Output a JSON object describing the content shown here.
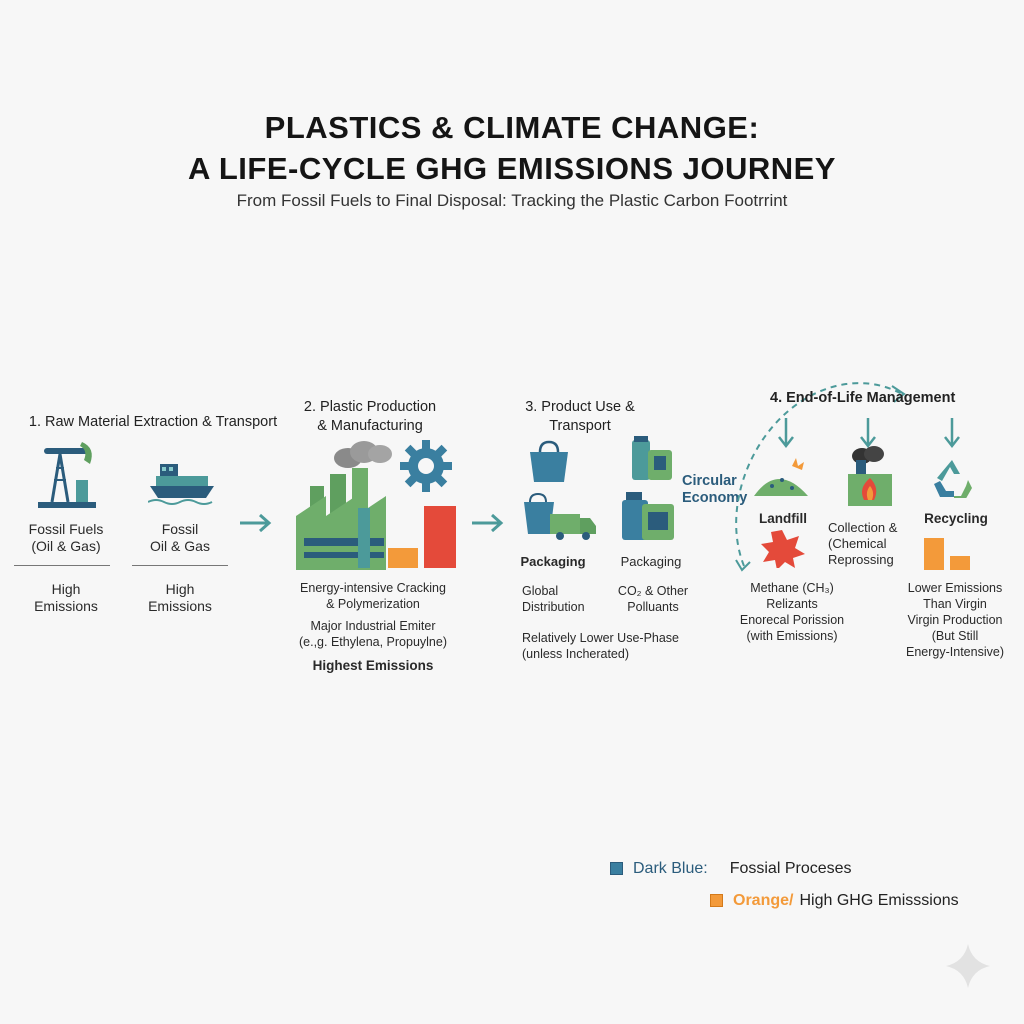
{
  "header": {
    "title_line1": "PLASTICS & CLIMATE CHANGE:",
    "title_line2": "A LIFE-CYCLE GHG EMISSIONS JOURNEY",
    "subtitle": "From Fossil Fuels to Final Disposal: Tracking the Plastic Carbon Footrrint"
  },
  "stage1": {
    "title": "1. Raw Material Extraction & Transport",
    "item1_l1": "Fossil Fuels",
    "item1_l2": "(Oil & Gas)",
    "item2_l1": "Fossil",
    "item2_l2": "Oil & Gas",
    "em1_l1": "High",
    "em1_l2": "Emissions",
    "em2_l1": "High",
    "em2_l2": "Emissions"
  },
  "stage2": {
    "title_l1": "2. Plastic Production",
    "title_l2": "& Manufacturing",
    "desc1_l1": "Energy-intensive Cracking",
    "desc1_l2": "& Polymerization",
    "desc2_l1": "Major Industrial Emiter",
    "desc2_l2": "(e.,g. Ethylena, Propuylne)",
    "emission": "Highest Emissions"
  },
  "stage3": {
    "title_l1": "3. Product Use &",
    "title_l2": "Transport",
    "pack1": "Packaging",
    "pack2": "Packaging",
    "dist_l1": "Global",
    "dist_l2": "Distribution",
    "poll_l1": "CO₂ & Other",
    "poll_l2": "Polluants",
    "note_l1": "Relatively Lower Use-Phase",
    "note_l2": "(unless Incherated)",
    "circular_l1": "Circular",
    "circular_l2": "Economy"
  },
  "stage4": {
    "title": "4. End-of-Life Management",
    "landfill": "Landfill",
    "collection_l1": "Collection &",
    "collection_l2": "(Chemical",
    "collection_l3": "Reprossing",
    "recycling": "Recycling",
    "methane_l1": "Methane (CH₃)",
    "methane_l2": "Relizants",
    "methane_l3": "Enorecal Porission",
    "methane_l4": "(with Emissions)",
    "recycle_note_l1": "Lower Emissions",
    "recycle_note_l2": "Than Virgin",
    "recycle_note_l3": "Virgin Production",
    "recycle_note_l4": "(But Still",
    "recycle_note_l5": "Energy-Intensive)"
  },
  "legend": {
    "item1_key": "Dark Blue:",
    "item1_value": "Fossial Proceses",
    "item2_key": "Orange/",
    "item2_value": "High GHG Emisssions"
  },
  "colors": {
    "dark_blue": "#3a7fa0",
    "teal": "#4c9a9a",
    "green": "#6fae6b",
    "orange": "#f39a3a",
    "red": "#e44a3a",
    "navy": "#2b5c7c"
  },
  "chart_data": {
    "type": "bar",
    "series": [
      {
        "values": [
          1,
          6.2
        ]
      },
      {
        "values": [
          2.3,
          1
        ]
      }
    ]
  }
}
